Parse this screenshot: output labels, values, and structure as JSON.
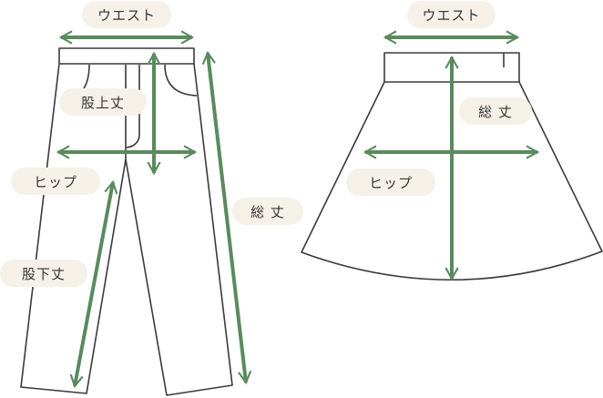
{
  "title": "サイズ測定ガイド",
  "colors": {
    "arrow": "#5a8a5e",
    "label_bg": "#f5f1e9",
    "outline": "#3a3a3a",
    "text": "#333333"
  },
  "pants": {
    "garment": "pants",
    "labels": {
      "waist": "ウエスト",
      "rise": "股上丈",
      "hip": "ヒップ",
      "inseam": "股下丈",
      "total_length": "総 丈"
    }
  },
  "skirt": {
    "garment": "skirt",
    "labels": {
      "waist": "ウエスト",
      "total_length": "総 丈",
      "hip": "ヒップ"
    }
  }
}
